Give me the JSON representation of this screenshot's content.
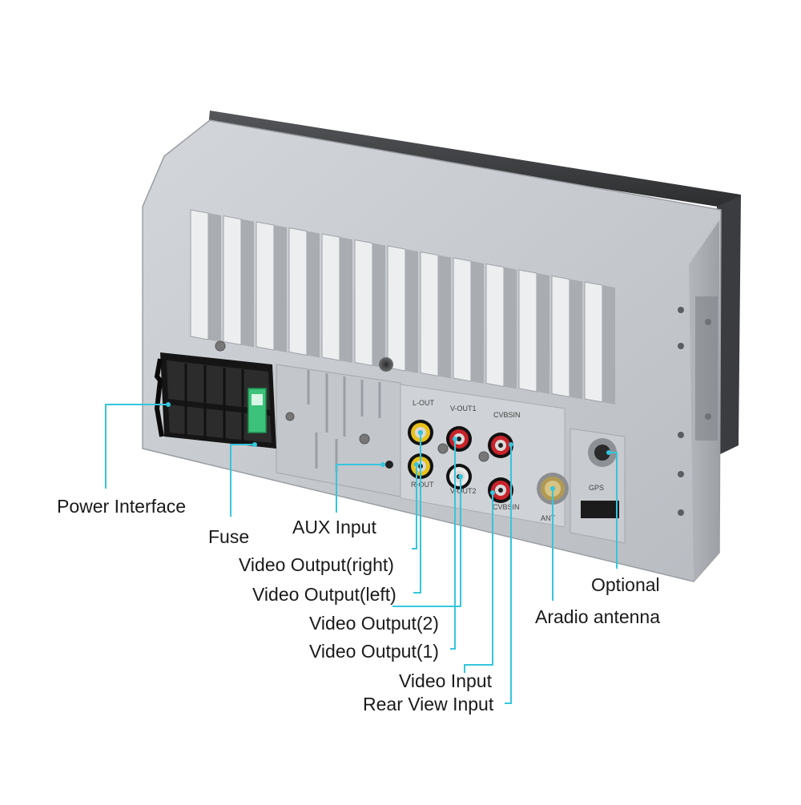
{
  "callouts": {
    "power_interface": "Power Interface",
    "fuse": "Fuse",
    "aux_input": "AUX Input",
    "video_output_right": "Video Output(right)",
    "video_output_left": "Video Output(left)",
    "video_output_2": "Video Output(2)",
    "video_output_1": "Video Output(1)",
    "video_input": "Video Input",
    "rear_view_input": "Rear View Input",
    "optional": "Optional",
    "aradio_antenna": "Aradio antenna"
  },
  "port_markings": {
    "l_out": "L-OUT",
    "v_out1": "V-OUT1",
    "cvbsin": "CVBSIN",
    "r_out": "R-OUT",
    "v_out2": "V-OUT2",
    "cvbsin2": "CVBSIN",
    "ant": "ANT",
    "gps": "GPS"
  },
  "colors": {
    "leader": "#35c6dc",
    "housing": "#c9ccd1",
    "housing_dark": "#8e9298",
    "top_strip": "#3a3b3d",
    "rca_yellow": "#e8c21a",
    "rca_red": "#c8232b",
    "rca_white": "#e9e9e9",
    "fuse_green": "#3cc27a"
  }
}
